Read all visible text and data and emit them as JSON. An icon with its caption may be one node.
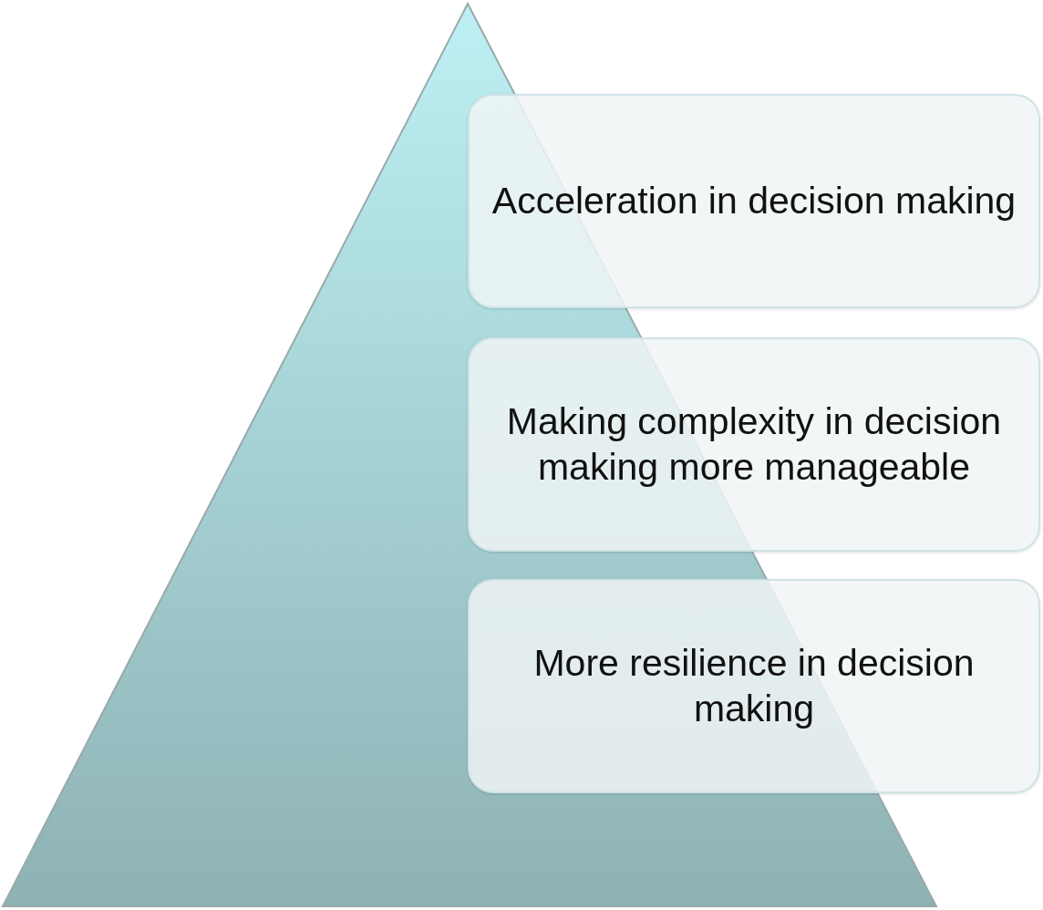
{
  "diagram": {
    "nodes": [
      {
        "text": [
          "Acceleration in decision making"
        ]
      },
      {
        "text": [
          "Making complexity in decision making more manageable"
        ]
      },
      {
        "text": [
          "More resilience in decision making"
        ]
      }
    ]
  }
}
